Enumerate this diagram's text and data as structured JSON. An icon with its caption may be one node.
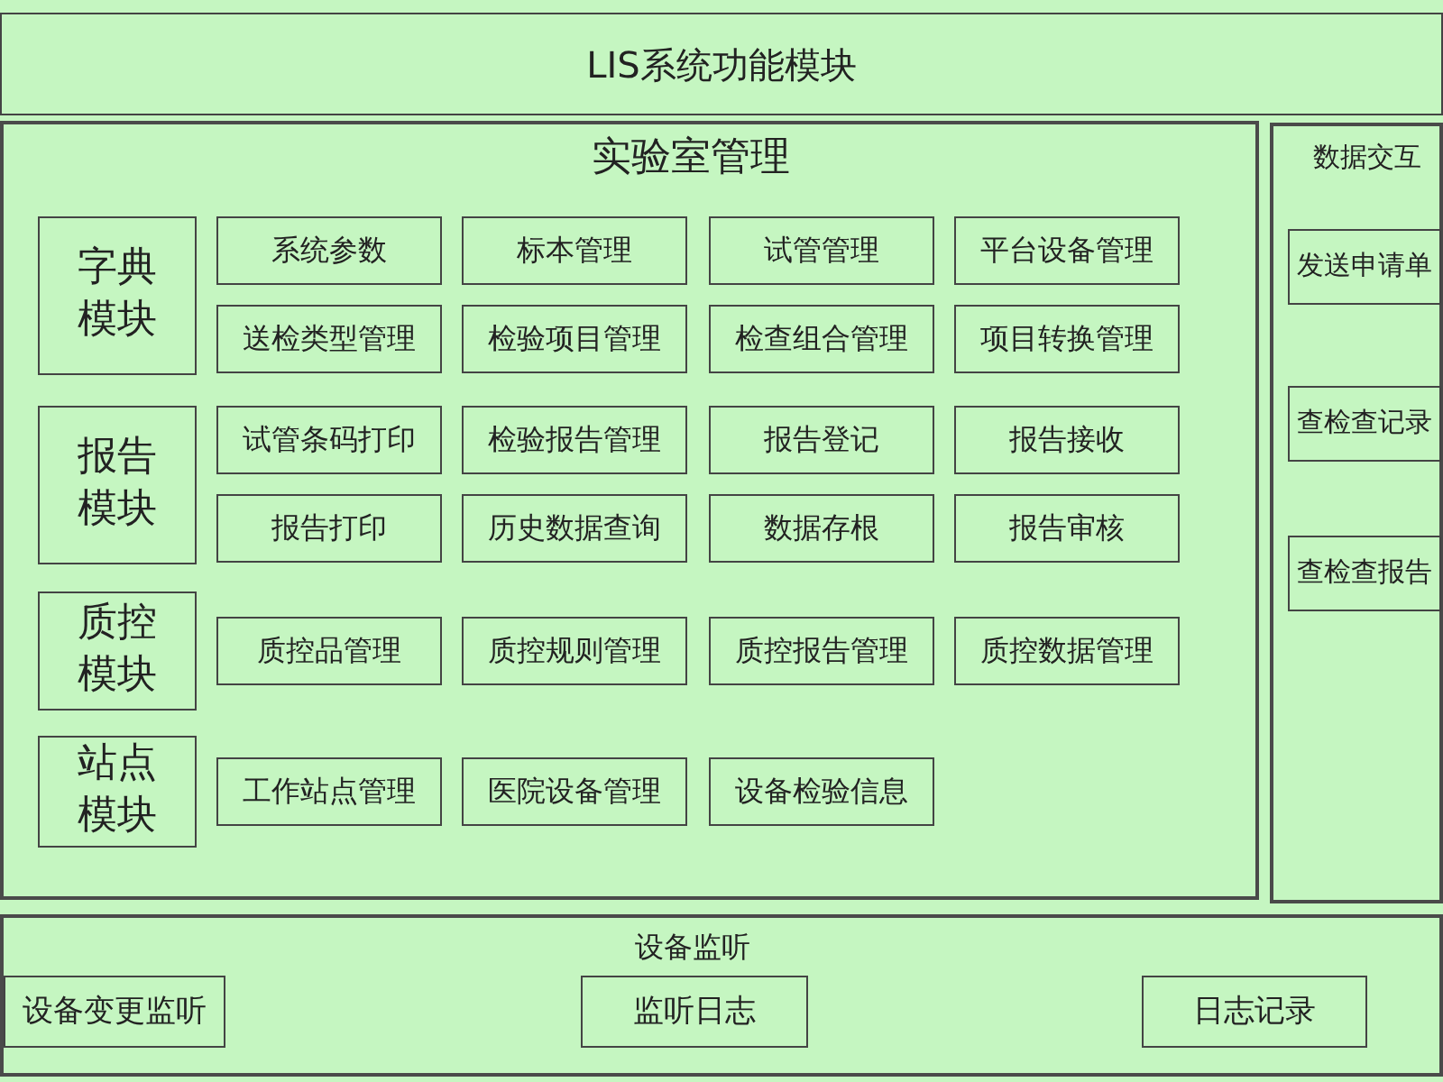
{
  "diagram": {
    "nodes": [
      {
        "text": [
          "LIS系统功能模块"
        ]
      },
      {
        "text": [
          "实验室管理"
        ]
      },
      {
        "text": [
          "字典模块"
        ],
        "in": 1
      },
      {
        "text": [
          "系统参数"
        ],
        "in": 1
      },
      {
        "text": [
          "标本管理"
        ],
        "in": 1
      },
      {
        "text": [
          "试管管理"
        ],
        "in": 1
      },
      {
        "text": [
          "平台设备管理"
        ],
        "in": 1
      },
      {
        "text": [
          "送检类型管理"
        ],
        "in": 1
      },
      {
        "text": [
          "检验项目管理"
        ],
        "in": 1
      },
      {
        "text": [
          "检查组合管理"
        ],
        "in": 1
      },
      {
        "text": [
          "项目转换管理"
        ],
        "in": 1
      },
      {
        "text": [
          "报告模块"
        ],
        "in": 1
      },
      {
        "text": [
          "试管条码打印"
        ],
        "in": 1
      },
      {
        "text": [
          "检验报告管理"
        ],
        "in": 1
      },
      {
        "text": [
          "报告登记"
        ],
        "in": 1
      },
      {
        "text": [
          "报告接收"
        ],
        "in": 1
      },
      {
        "text": [
          "报告打印"
        ],
        "in": 1
      },
      {
        "text": [
          "历史数据查询"
        ],
        "in": 1
      },
      {
        "text": [
          "数据存根"
        ],
        "in": 1
      },
      {
        "text": [
          "报告审核"
        ],
        "in": 1
      },
      {
        "text": [
          "质控模块"
        ],
        "in": 1
      },
      {
        "text": [
          "质控品管理"
        ],
        "in": 1
      },
      {
        "text": [
          "质控规则管理"
        ],
        "in": 1
      },
      {
        "text": [
          "质控报告管理"
        ],
        "in": 1
      },
      {
        "text": [
          "质控数据管理"
        ],
        "in": 1
      },
      {
        "text": [
          "站点模块"
        ],
        "in": 1
      },
      {
        "text": [
          "工作站点管理"
        ],
        "in": 1
      },
      {
        "text": [
          "医院设备管理"
        ],
        "in": 1
      },
      {
        "text": [
          "设备检验信息"
        ],
        "in": 1
      },
      {
        "text": [
          "数据交互"
        ]
      },
      {
        "text": [
          "发送申请单"
        ],
        "in": 29
      },
      {
        "text": [
          "查检查记录"
        ],
        "in": 29
      },
      {
        "text": [
          "查检查报告"
        ],
        "in": 29
      },
      {
        "text": [
          "设备监听"
        ]
      },
      {
        "text": [
          "设备变更监听"
        ],
        "in": 33
      },
      {
        "text": [
          "监听日志"
        ],
        "in": 33
      },
      {
        "text": [
          "日志记录"
        ],
        "in": 33
      }
    ]
  }
}
